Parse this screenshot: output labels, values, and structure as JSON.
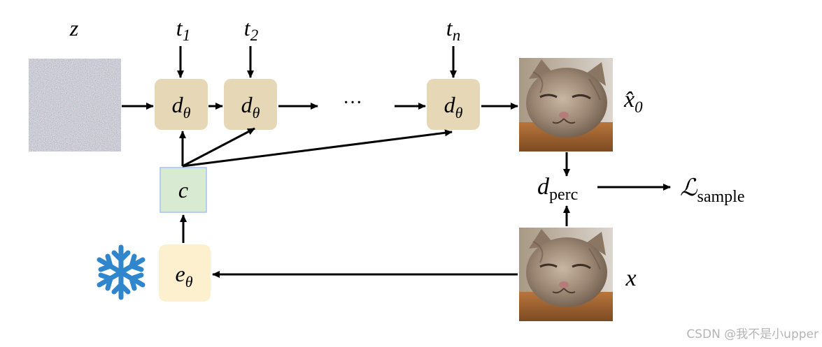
{
  "inputs": {
    "z_label": "z",
    "x_label": "x",
    "x0_hat_label": "x̂",
    "x0_hat_sub": "0"
  },
  "timesteps": [
    {
      "base": "t",
      "sub": "1"
    },
    {
      "base": "t",
      "sub": "2"
    },
    {
      "base": "t",
      "sub": "n"
    }
  ],
  "blocks": {
    "denoiser": {
      "base": "d",
      "sub": "θ"
    },
    "encoder": {
      "base": "e",
      "sub": "θ"
    },
    "condition": "c",
    "perceptual": {
      "base": "d",
      "sub": "perc"
    },
    "loss": {
      "base": "ℒ",
      "sub": "sample"
    }
  },
  "ellipsis": "···",
  "colors": {
    "denoiser_fill": "#e6d8b6",
    "encoder_fill": "#fdf0cf",
    "condition_fill": "#d9ead3",
    "condition_border": "#a4c2f4",
    "snowflake": "#2f86cc",
    "arrow": "#000000"
  },
  "watermark": "CSDN @我不是小upper"
}
